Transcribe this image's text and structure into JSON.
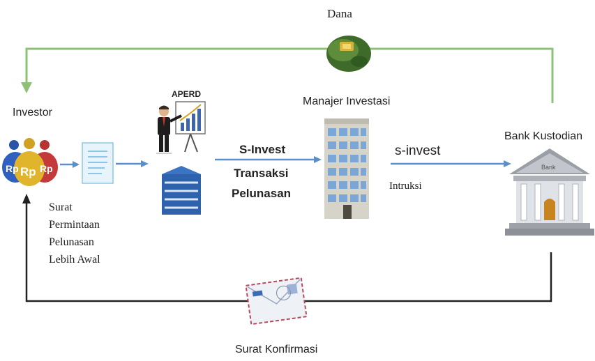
{
  "labels": {
    "top_flow": "Dana",
    "investor": "Investor",
    "aperd": "APERD",
    "manajer": "Manajer Investasi",
    "bank": "Bank Kustodian",
    "s_invest_upper": "S-Invest",
    "transaksi": "Transaksi",
    "pelunasan": "Pelunasan",
    "s_invest_lower": "s-invest",
    "intruksi": "Intruksi",
    "surat_lines": [
      "Surat",
      "Permintaan",
      "Pelunasan",
      "Lebih Awal"
    ],
    "bottom_flow": "Surat Konfirmasi"
  },
  "icon_text": {
    "money_bag_left": "Rp",
    "money_bag_center": "Rp",
    "money_bag_right": "Rp",
    "bank_sign": "Bank"
  },
  "colors": {
    "green_flow": "#8fc07a",
    "blue_arrow": "#5b8fc7",
    "dark_flow": "#222222"
  }
}
